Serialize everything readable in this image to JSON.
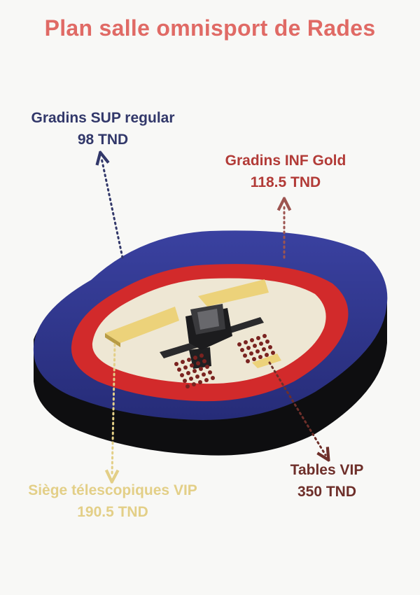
{
  "title": "Plan salle omnisport de Rades",
  "zones": {
    "gradins_sup": {
      "name": "Gradins SUP regular",
      "price": "98 TND",
      "color": "#32386a"
    },
    "gradins_inf": {
      "name": "Gradins INF Gold",
      "price": "118.5 TND",
      "color": "#b23b37"
    },
    "telescopiques": {
      "name": "Siège télescopiques VIP",
      "price": "190.5 TND",
      "color": "#e3cf87"
    },
    "tables_vip": {
      "name": "Tables VIP",
      "price": "350 TND",
      "color": "#6e2f2a"
    }
  },
  "colors": {
    "title": "#e06a65",
    "outer_ring": "#2e3587",
    "inner_ring": "#d22a2b",
    "floor": "#eee7d4",
    "base": "#0e0e10"
  }
}
